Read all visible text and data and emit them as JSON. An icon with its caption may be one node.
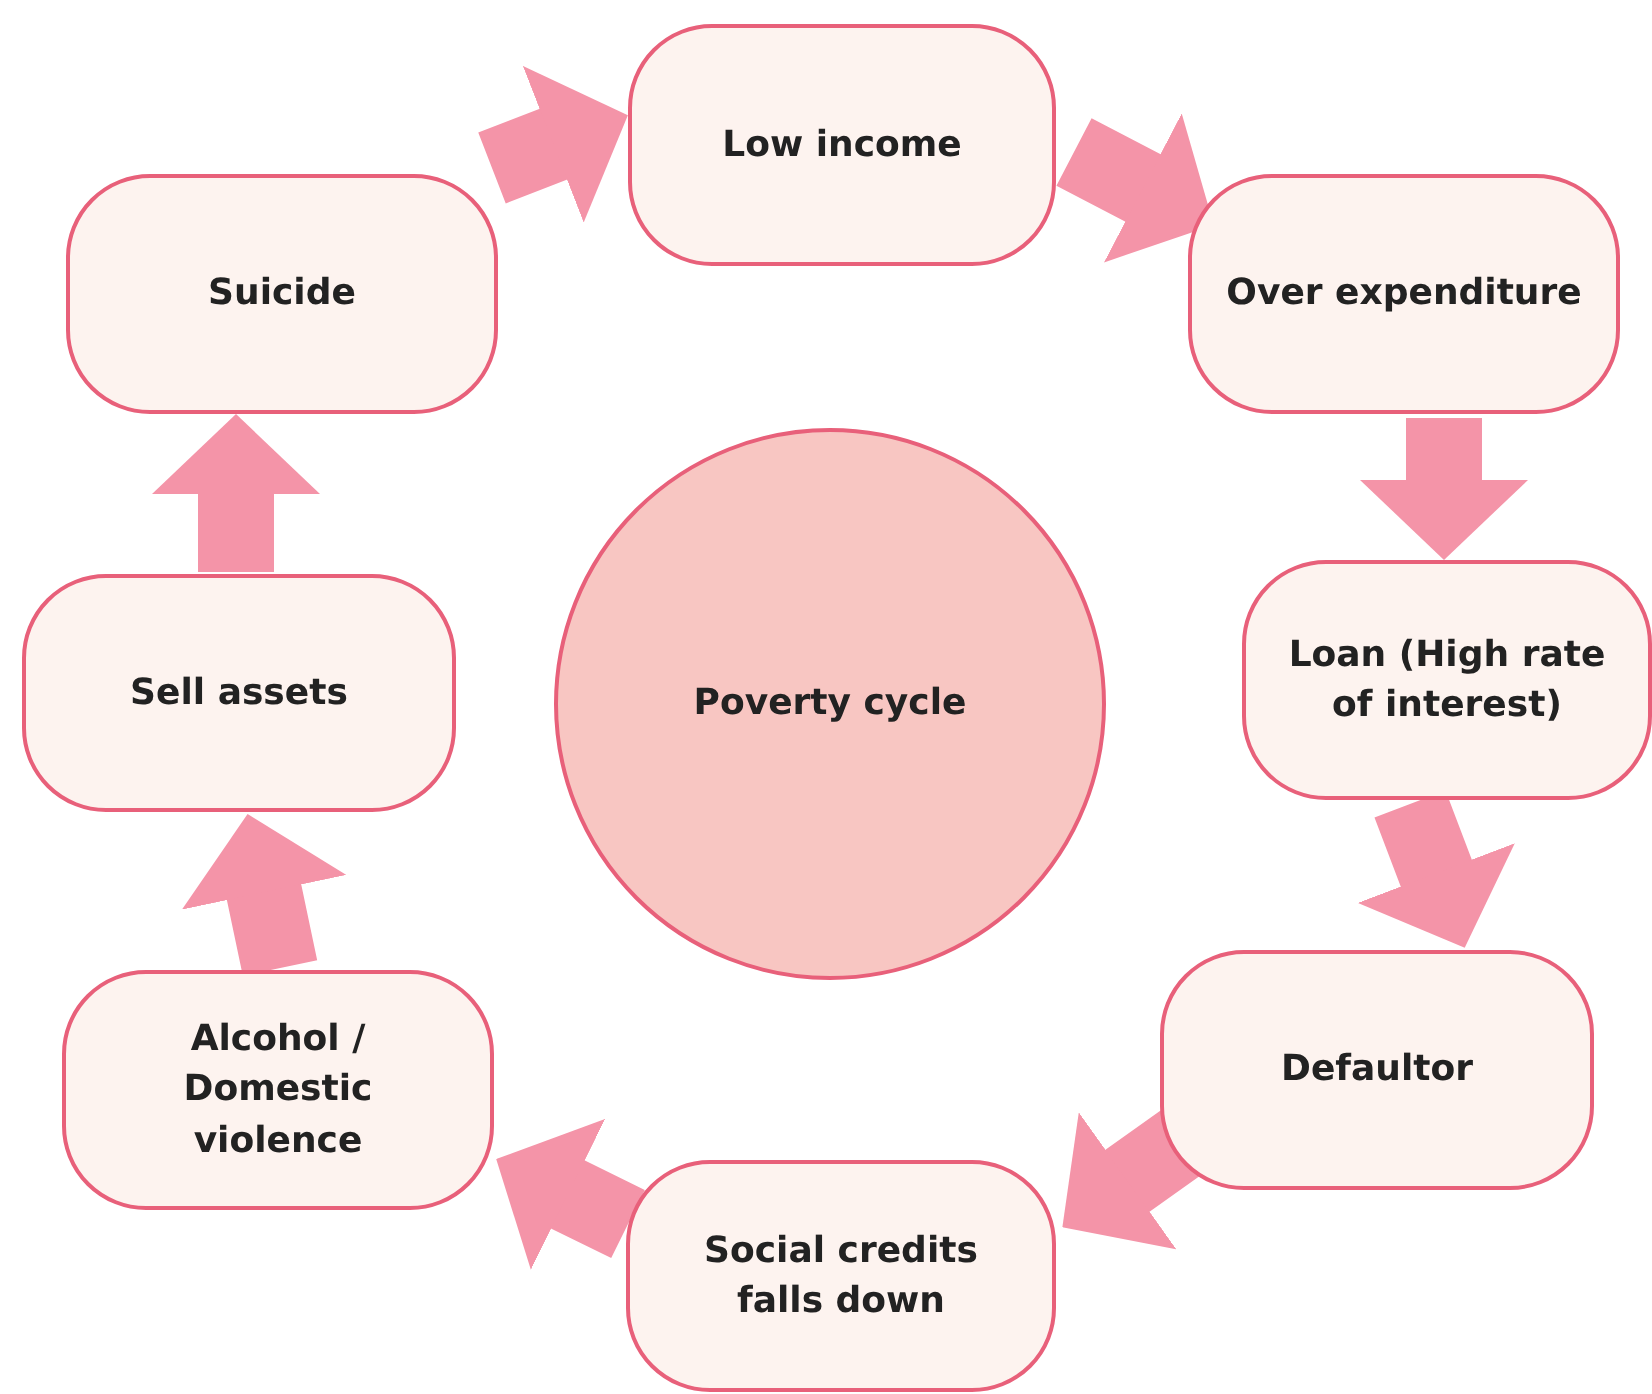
{
  "diagram": {
    "nodes": [
      {
        "text": [
          "Low income"
        ]
      },
      {
        "text": [
          "Over expenditure"
        ]
      },
      {
        "text": [
          "Loan (High rate of interest)"
        ]
      },
      {
        "text": [
          "Defaultor"
        ]
      },
      {
        "text": [
          "Social credits falls down"
        ]
      },
      {
        "text": [
          "Alcohol / Domestic violence"
        ]
      },
      {
        "text": [
          "Sell assets"
        ]
      },
      {
        "text": [
          "Suicide"
        ]
      },
      {
        "text": [
          "Poverty cycle"
        ]
      }
    ],
    "edges": [
      {
        "from": 0,
        "to": 1,
        "arrow": "to"
      },
      {
        "from": 1,
        "to": 2,
        "arrow": "to"
      },
      {
        "from": 2,
        "to": 3,
        "arrow": "to"
      },
      {
        "from": 3,
        "to": 4,
        "arrow": "to"
      },
      {
        "from": 4,
        "to": 5,
        "arrow": "to"
      },
      {
        "from": 5,
        "to": 6,
        "arrow": "to"
      },
      {
        "from": 6,
        "to": 7,
        "arrow": "to"
      },
      {
        "from": 7,
        "to": 0,
        "arrow": "to"
      }
    ]
  }
}
